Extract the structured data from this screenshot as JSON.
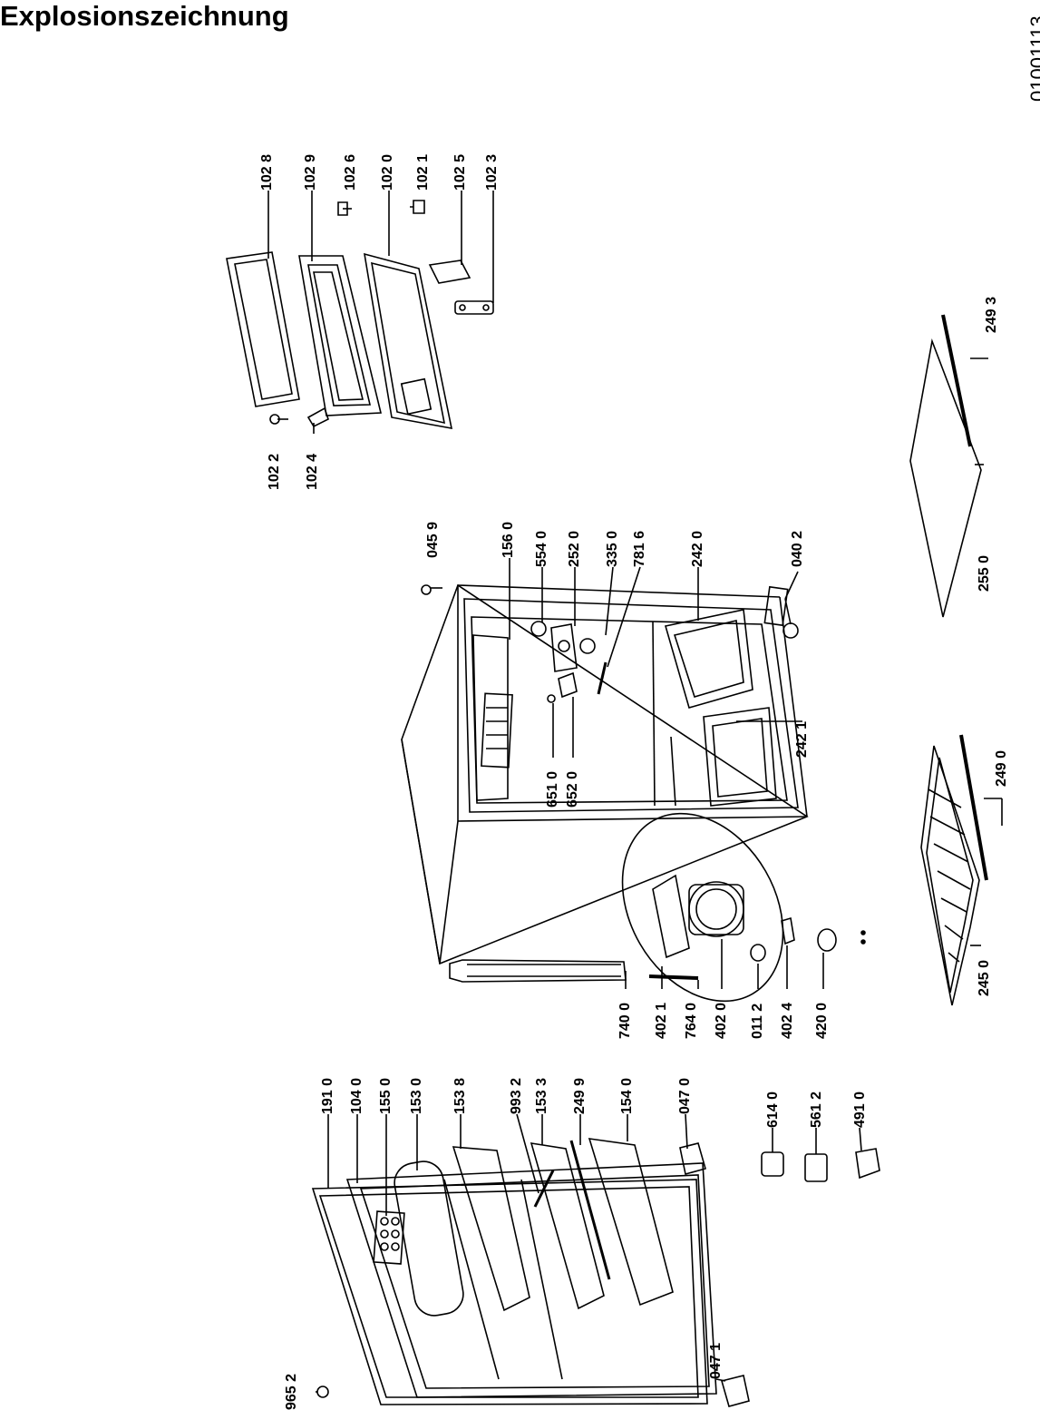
{
  "title": "Explosionszeichnung",
  "document_number": "01001113",
  "labels": {
    "door_seal": "102 8",
    "door_liner": "102 9",
    "hinge_upper": "102 6",
    "freezer_door": "102 0",
    "hinge_part": "102 1",
    "flap_part": "102 5",
    "hinge_bracket": "102 3",
    "door_screw": "102 2",
    "door_catch": "102 4",
    "top_screw": "045 9",
    "ice_tray_cabinet": "156 0",
    "thermostat_knob": "554 0",
    "thermostat_housing": "252 0",
    "lamp_cover": "335 0",
    "sensor_tube": "781 6",
    "crisper_upper": "242 0",
    "foot_bracket": "040 2",
    "crisper_lower": "242 1",
    "lamp_socket": "651 0",
    "thermostat": "652 0",
    "glass_shelf_trim": "249 3",
    "glass_shelf": "255 0",
    "wire_shelf_trim": "249 0",
    "wire_shelf": "245 0",
    "door_frame": "191 0",
    "door_panel": "104 0",
    "egg_tray": "155 0",
    "dairy_flap": "153 0",
    "door_shelf_upper": "153 8",
    "bottle_retainer": "993 2",
    "door_shelf_middle": "153 3",
    "shelf_strip": "249 9",
    "bottle_shelf": "154 0",
    "hinge_lower": "047 0",
    "hinge_cap": "047 1",
    "top_pin": "965 2",
    "condenser": "740 0",
    "compressor_bracket": "402 1",
    "dryer": "764 0",
    "compressor": "402 0",
    "rubber_foot": "011 2",
    "relay_clip": "402 4",
    "starter": "420 0",
    "spare_part_a": "614 0",
    "spare_part_b": "561 2",
    "spare_part_c": "491 0"
  }
}
